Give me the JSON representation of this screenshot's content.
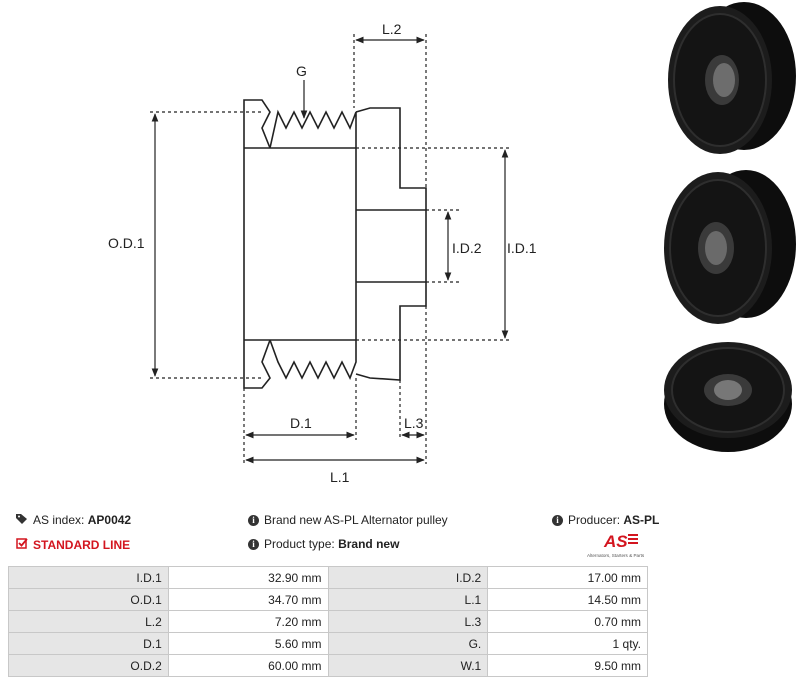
{
  "diagram": {
    "labels": {
      "g": "G",
      "l2": "L.2",
      "od1": "O.D.1",
      "id1": "I.D.1",
      "id2": "I.D.2",
      "d1": "D.1",
      "l3": "L.3",
      "l1": "L.1"
    }
  },
  "info": {
    "as_index_label": "AS index:",
    "as_index_value": "AP0042",
    "standard_line": "STANDARD LINE",
    "description": "Brand new AS-PL Alternator pulley",
    "product_type_label": "Product type:",
    "product_type_value": "Brand new",
    "producer_label": "Producer:",
    "producer_value": "AS-PL"
  },
  "logo": {
    "mark": "AS",
    "tagline": "Alternators, Starters & Parts",
    "accent_color": "#d3151f"
  },
  "specs": [
    {
      "l1": "I.D.1",
      "v1": "32.90 mm",
      "l2": "I.D.2",
      "v2": "17.00 mm"
    },
    {
      "l1": "O.D.1",
      "v1": "34.70 mm",
      "l2": "L.1",
      "v2": "14.50 mm"
    },
    {
      "l1": "L.2",
      "v1": "7.20 mm",
      "l2": "L.3",
      "v2": "0.70 mm"
    },
    {
      "l1": "D.1",
      "v1": "5.60 mm",
      "l2": "G.",
      "v2": "1 qty."
    },
    {
      "l1": "O.D.2",
      "v1": "60.00 mm",
      "l2": "W.1",
      "v2": "9.50 mm"
    }
  ]
}
